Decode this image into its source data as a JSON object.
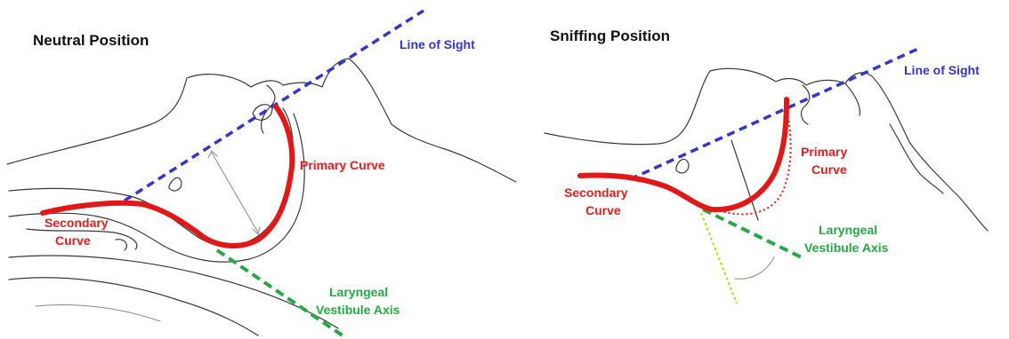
{
  "colors": {
    "line_of_sight": "#3535c8",
    "laryngeal_vestibule_axis": "#28a845",
    "curves": "#e01818",
    "outline": "#3a3a3a"
  },
  "panels": [
    {
      "title": "Neutral Position",
      "labels": {
        "line_of_sight": "Line of Sight",
        "primary_curve": "Primary Curve",
        "secondary_curve_1": "Secondary",
        "secondary_curve_2": "Curve",
        "vestibule_1": "Laryngeal",
        "vestibule_2": "Vestibule Axis"
      }
    },
    {
      "title": "Sniffing Position",
      "labels": {
        "line_of_sight": "Line of Sight",
        "primary_curve_1": "Primary",
        "primary_curve_2": "Curve",
        "secondary_curve_1": "Secondary",
        "secondary_curve_2": "Curve",
        "vestibule_1": "Laryngeal",
        "vestibule_2": "Vestibule Axis"
      }
    }
  ]
}
